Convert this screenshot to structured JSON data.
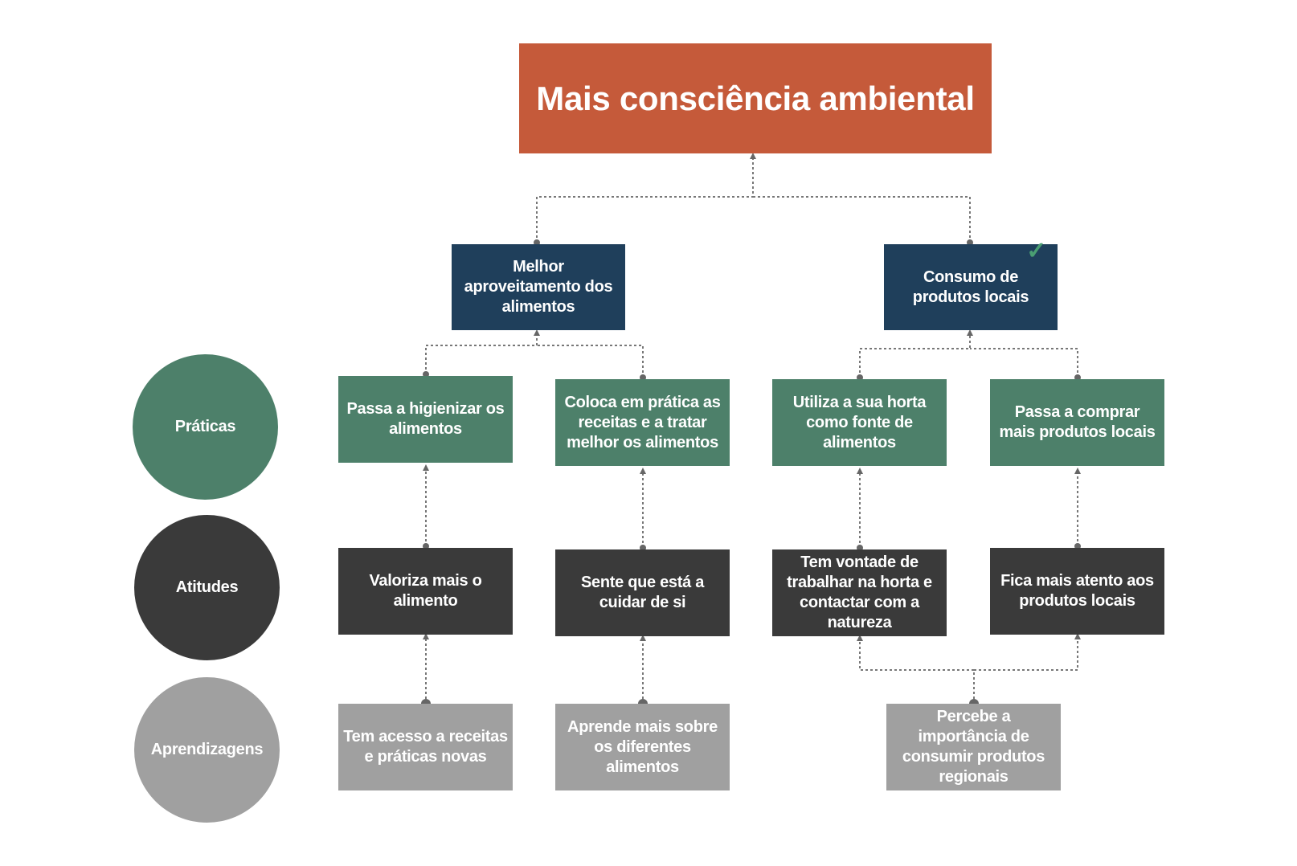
{
  "colors": {
    "goal": "#c55a3a",
    "mid": "#1f3f5b",
    "praticas": "#4d806a",
    "atitudes": "#3a3a3a",
    "aprendizagens": "#a0a0a0",
    "connector": "#777777",
    "check": "#4a9e72"
  },
  "goal": {
    "label": "Mais consciência ambiental"
  },
  "objectives": [
    {
      "label": "Melhor aproveitamento dos alimentos"
    },
    {
      "label": "Consumo de produtos locais",
      "check_icon": "checkmark-icon"
    }
  ],
  "row_labels": {
    "praticas": "Práticas",
    "atitudes": "Atitudes",
    "aprendizagens": "Aprendizagens"
  },
  "praticas": [
    {
      "label": "Passa a higienizar os alimentos"
    },
    {
      "label": "Coloca em prática as receitas e a tratar melhor os alimentos"
    },
    {
      "label": "Utiliza a sua horta como fonte de alimentos"
    },
    {
      "label": "Passa a comprar mais produtos locais"
    }
  ],
  "atitudes": [
    {
      "label": "Valoriza mais o alimento"
    },
    {
      "label": "Sente que está a cuidar de si"
    },
    {
      "label": "Tem vontade de trabalhar na horta e contactar com a natureza"
    },
    {
      "label": "Fica mais atento aos produtos locais"
    }
  ],
  "aprendizagens": [
    {
      "label": "Tem acesso a receitas e práticas novas"
    },
    {
      "label": "Aprende mais sobre os diferentes alimentos"
    },
    {
      "label": "Percebe a importância de consumir produtos regionais"
    }
  ]
}
